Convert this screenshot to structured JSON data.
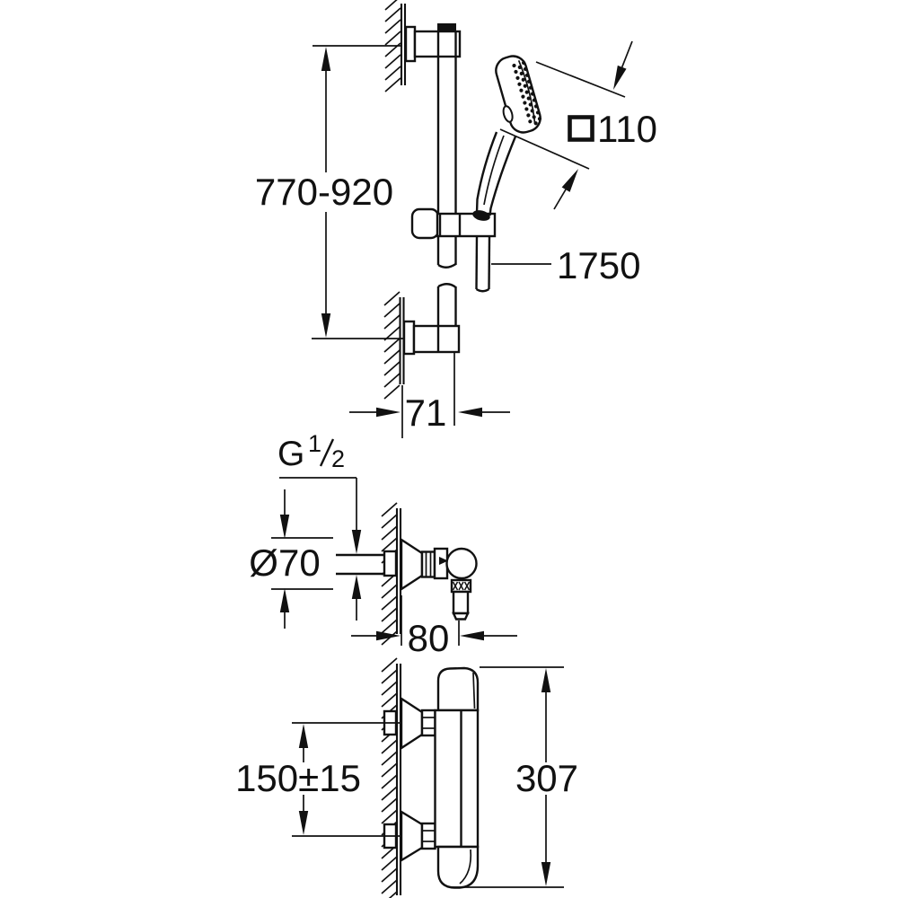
{
  "drawing": {
    "background": "#ffffff",
    "line_color": "#111111",
    "labels": {
      "rail_length_range": "770-920",
      "head_width": "110",
      "hose_length": "1750",
      "rail_wall_offset": "71",
      "thread_letter": "G",
      "thread_numerator": "1",
      "thread_denominator": "2",
      "rosette_diameter": "Ø70",
      "outlet_wall_offset": "80",
      "connection_spacing": "150±15",
      "thermostat_height": "307"
    }
  }
}
